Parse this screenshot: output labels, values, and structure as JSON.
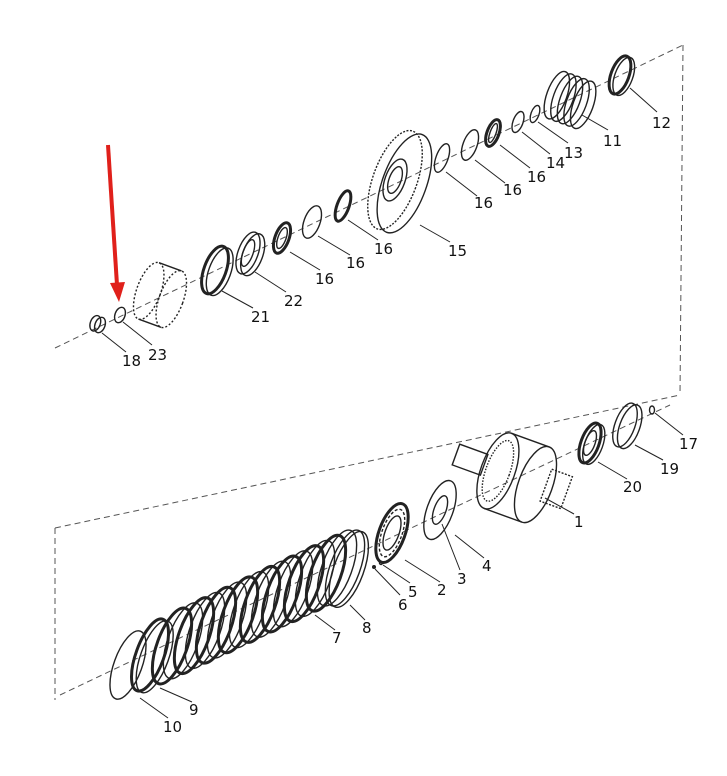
{
  "diagram": {
    "title": "Exploded parts view",
    "arrow_color": "#e0201b",
    "upper_callouts": [
      "12",
      "11",
      "13",
      "14",
      "16",
      "16",
      "16",
      "15",
      "16",
      "16",
      "16",
      "22",
      "21",
      "23",
      "18"
    ],
    "lower_callouts": [
      "17",
      "19",
      "20",
      "1",
      "4",
      "3",
      "2",
      "5",
      "6",
      "8",
      "7",
      "9",
      "10"
    ]
  }
}
